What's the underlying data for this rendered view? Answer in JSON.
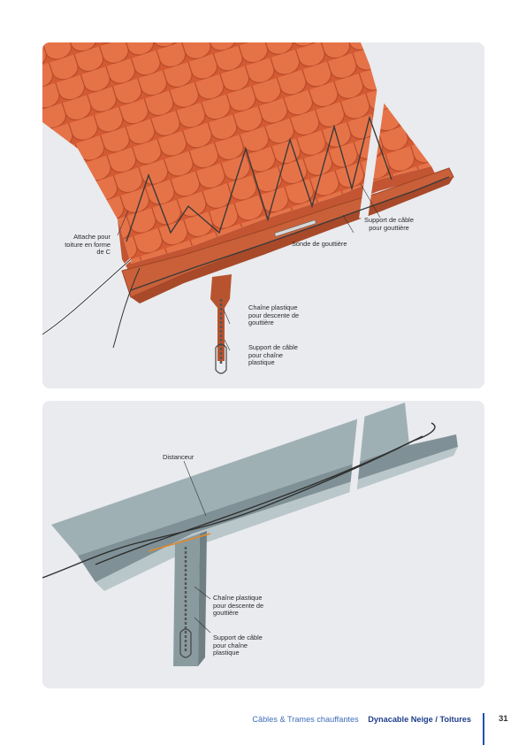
{
  "panels": {
    "roof": {
      "labels": {
        "roof_clip": "Attache pour\ntoiture en forme\nde C",
        "gutter_sensor": "Sonde de gouttière",
        "gutter_cable_support": "Support de câble\npour gouttière",
        "downpipe_chain": "Chaîne plastique\npour descente de\ngouttière",
        "chain_cable_support": "Support de câble\npour chaîne\nplastique"
      }
    },
    "gutter": {
      "labels": {
        "spacer": "Distanceur",
        "downpipe_chain": "Chaîne plastique\npour descente de\ngouttière",
        "chain_cable_support": "Support de câble\npour chaîne\nplastique"
      }
    }
  },
  "footer": {
    "section": "Câbles & Trames chauffantes",
    "title": "Dynacable Neige / Toitures",
    "page_number": "31"
  },
  "colors": {
    "tile": "#d9623a",
    "gutter_copper": "#c9603a",
    "zinc": "#8e9ea3",
    "accent_blue": "#1f4fb4"
  }
}
